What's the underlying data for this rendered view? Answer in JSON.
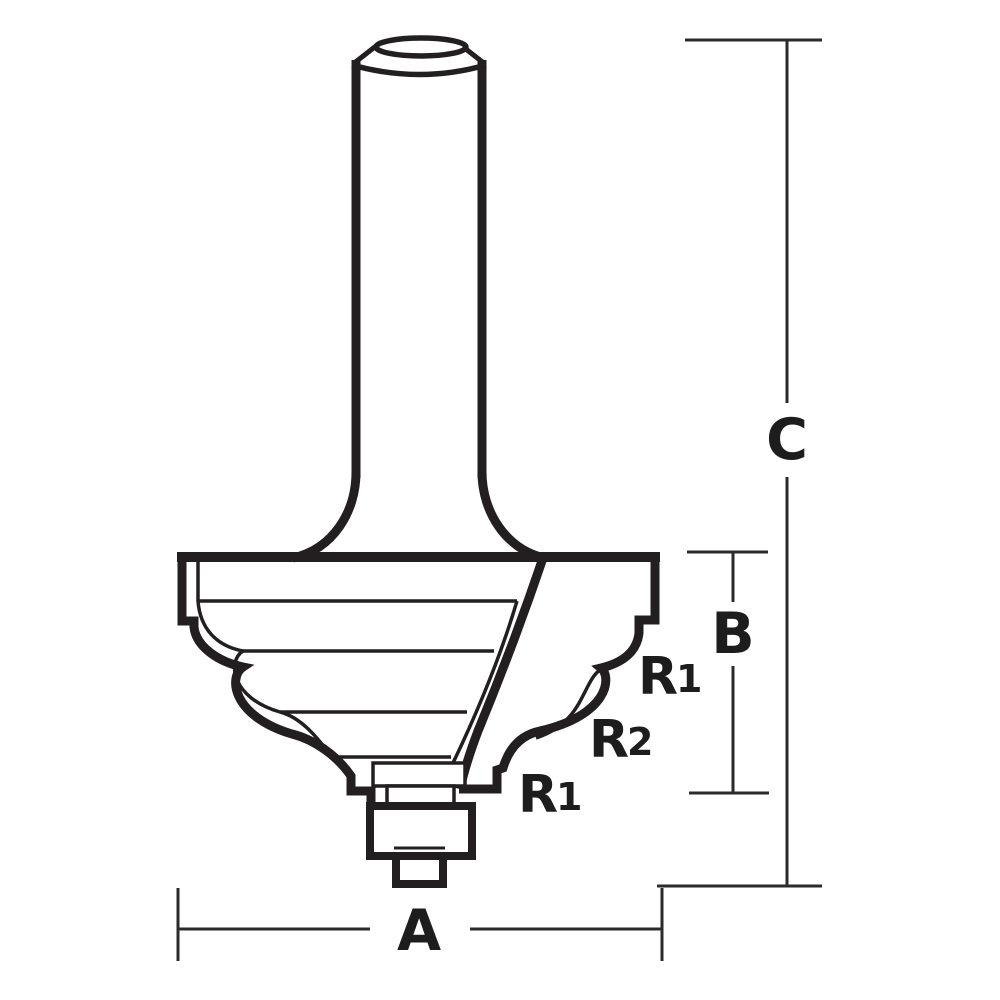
{
  "diagram": {
    "title": "Router bit profile dimension drawing",
    "colors": {
      "background": "#ffffff",
      "line": "#231f20",
      "dimension_line": "#2b2b2b",
      "label": "#1d1d1d"
    },
    "dimension_labels": {
      "overall_length": "C",
      "carbide_height": "B",
      "diameter": "A"
    },
    "radius_callouts": [
      {
        "main": "R",
        "sub": "1"
      },
      {
        "main": "R",
        "sub": "2"
      },
      {
        "main": "R",
        "sub": "1"
      }
    ]
  }
}
